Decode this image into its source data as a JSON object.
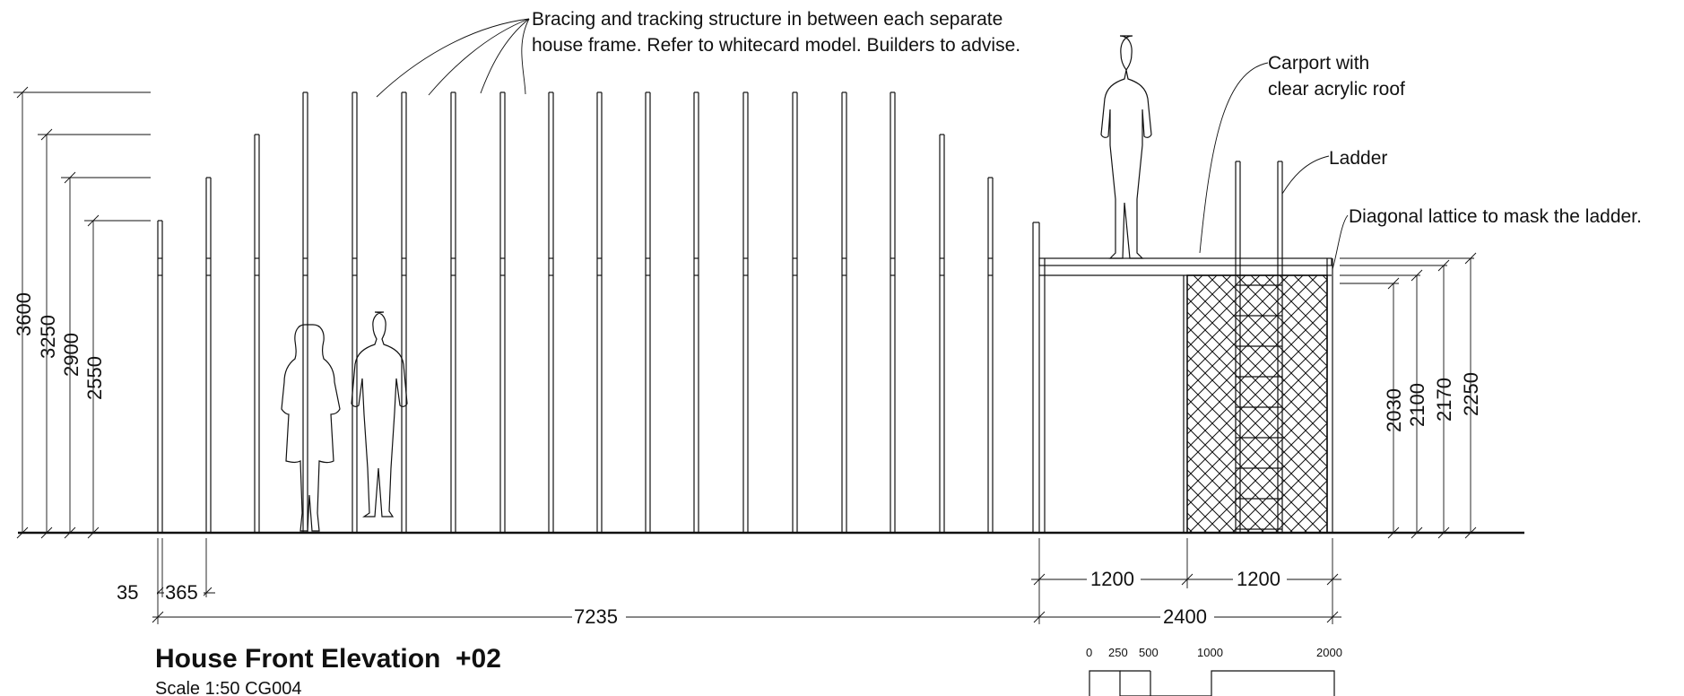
{
  "drawing": {
    "title": "House Front Elevation  +02",
    "subtitle": "Scale 1:50 CG004",
    "notes": {
      "bracing_line1": "Bracing and tracking structure in between each separate",
      "bracing_line2": "house frame. Refer to whitecard model. Builders to advise.",
      "carport_line1": "Carport with",
      "carport_line2": "clear acrylic roof",
      "ladder": "Ladder",
      "lattice": "Diagonal lattice to mask the ladder."
    },
    "dimensions": {
      "heights_left": [
        "3600",
        "3250",
        "2900",
        "2550"
      ],
      "heights_right": [
        "2030",
        "2100",
        "2170",
        "2250"
      ],
      "bottom": {
        "d35": "35",
        "d365": "365",
        "d7235": "7235",
        "d1200a": "1200",
        "d1200b": "1200",
        "d2400": "2400"
      }
    },
    "scale_bar": {
      "labels": [
        "0",
        "250",
        "500",
        "1000",
        "2000"
      ]
    }
  }
}
